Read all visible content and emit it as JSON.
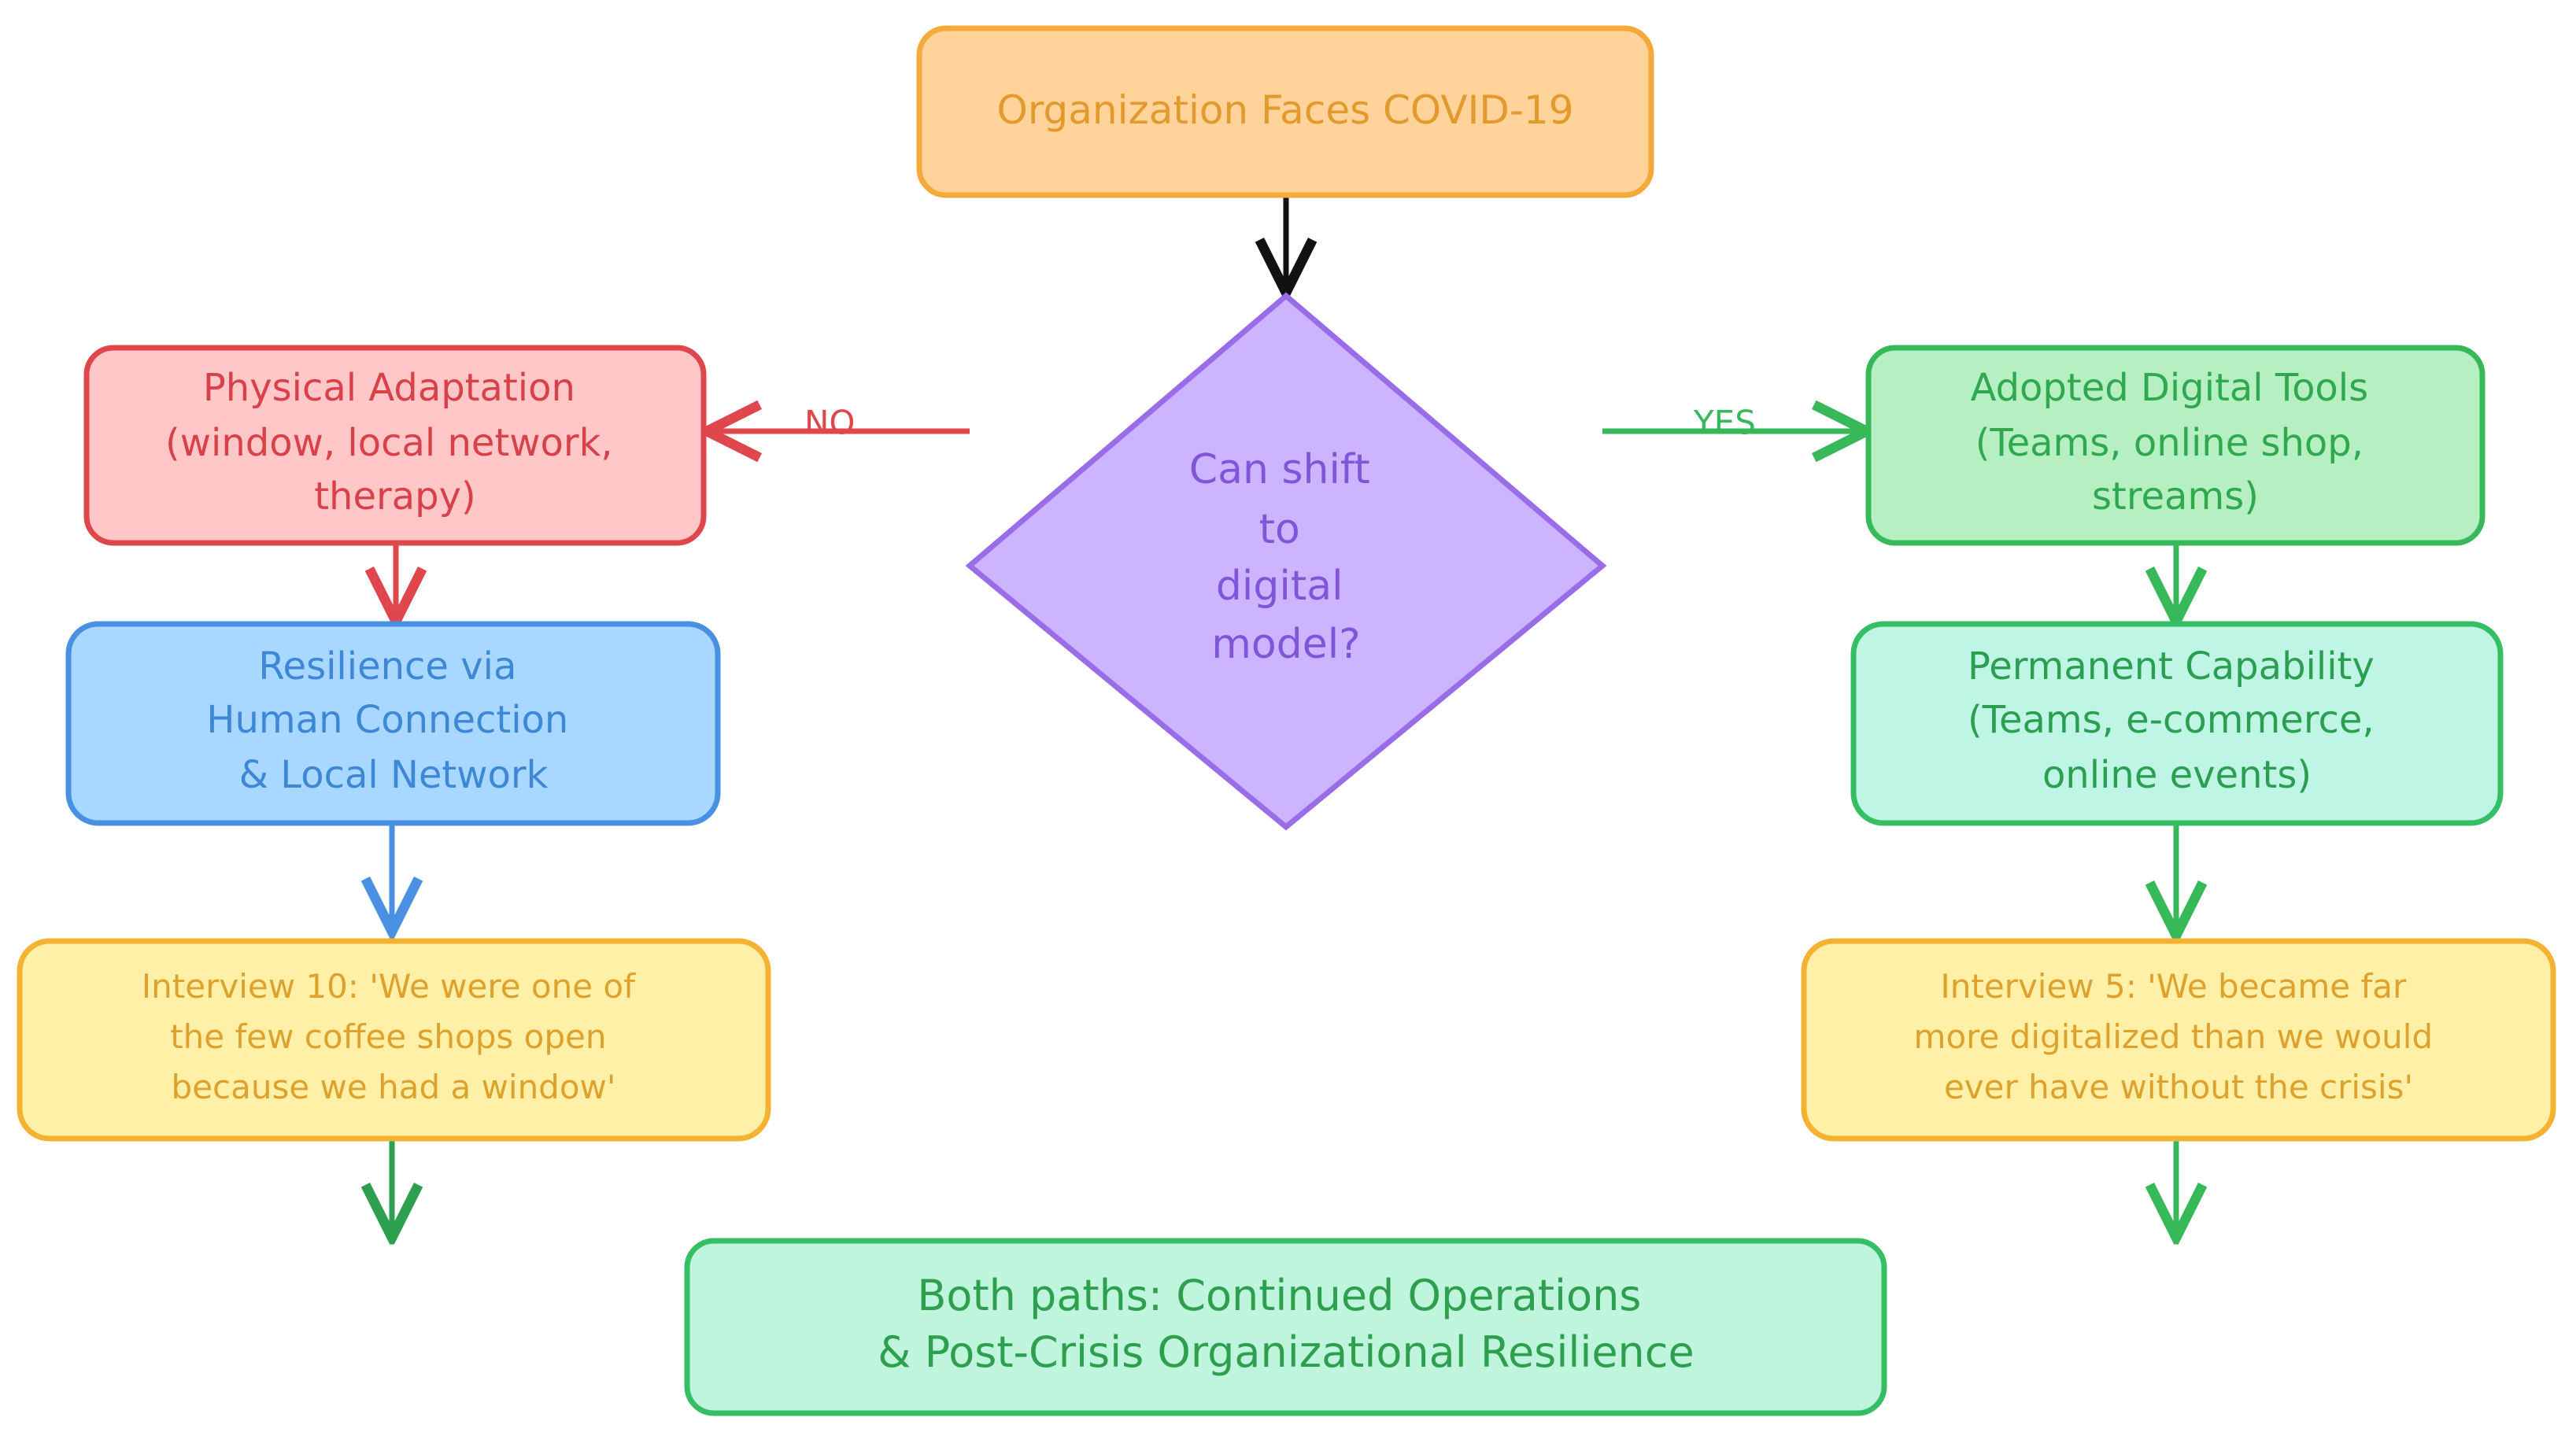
{
  "nodes": {
    "start": {
      "lines": [
        "Organization Faces COVID-19"
      ],
      "fill": "#FFD39A",
      "stroke": "#F4A93B",
      "text": "#E39A2C"
    },
    "decision": {
      "lines": [
        "Can shift",
        "to",
        "digital",
        "model?"
      ],
      "fill": "#CDB4FF",
      "stroke": "#9B6CE8",
      "text": "#7F55D9"
    },
    "physical": {
      "lines": [
        "Physical Adaptation",
        "(window, local network,",
        "therapy)"
      ],
      "fill": "#FFC7C7",
      "stroke": "#E0474C",
      "text": "#D9414A"
    },
    "digital_tools": {
      "lines": [
        "Adopted Digital Tools",
        "(Teams, online shop,",
        "streams)"
      ],
      "fill": "#B6F0C2",
      "stroke": "#37B859",
      "text": "#2FA84F"
    },
    "resilience": {
      "lines": [
        "Resilience via",
        "Human Connection",
        "& Local Network"
      ],
      "fill": "#A8D8FF",
      "stroke": "#4A90E2",
      "text": "#3E86D6"
    },
    "permanent": {
      "lines": [
        "Permanent Capability",
        "(Teams, e-commerce,",
        "online events)"
      ],
      "fill": "#BFF5E4",
      "stroke": "#35BE63",
      "text": "#2C9E52"
    },
    "interview10": {
      "lines": [
        "Interview 10: 'We were one of",
        "the few coffee shops open",
        "because we had a window'"
      ],
      "fill": "#FFF0A8",
      "stroke": "#F4B233",
      "text": "#DDA12E"
    },
    "interview5": {
      "lines": [
        "Interview 5: 'We became far",
        "more digitalized than we would",
        "ever have without the crisis'"
      ],
      "fill": "#FFF0A8",
      "stroke": "#F4B233",
      "text": "#DDA12E"
    },
    "both": {
      "lines": [
        "Both paths: Continued Operations",
        "& Post-Crisis Organizational Resilience"
      ],
      "fill": "#BFF5DD",
      "stroke": "#35BE63",
      "text": "#2E9E4F"
    }
  },
  "edges": {
    "no": {
      "label": "NO",
      "color": "#E0474C"
    },
    "yes": {
      "label": "YES",
      "color": "#37B859"
    },
    "start_to_decision": {
      "color": "#111111"
    },
    "physical_to_resilience": {
      "color": "#E0474C"
    },
    "resilience_to_interview10": {
      "color": "#4A90E2"
    },
    "interview10_down": {
      "color": "#2E9E4F"
    },
    "tools_to_permanent": {
      "color": "#37B859"
    },
    "permanent_to_interview5": {
      "color": "#37B859"
    },
    "interview5_down": {
      "color": "#37B859"
    }
  }
}
